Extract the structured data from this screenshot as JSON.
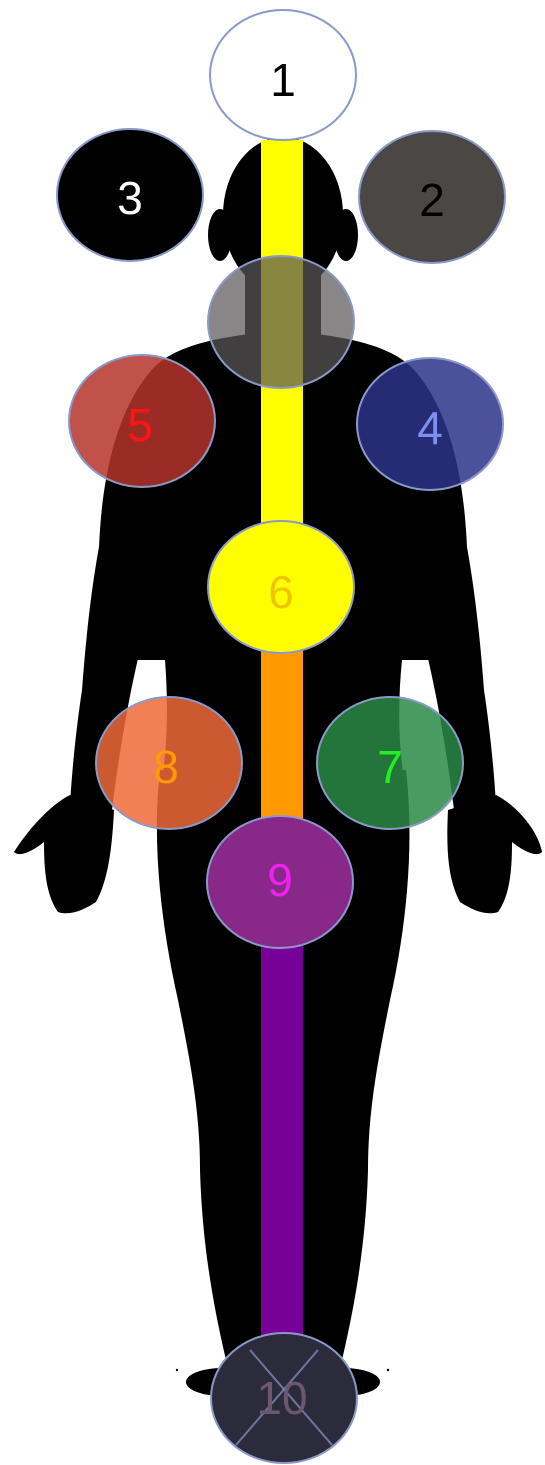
{
  "nodes": [
    {
      "id": "node-1",
      "label": "1",
      "fill": "#ffffff",
      "fill_opacity": 1,
      "text_color": "#000000"
    },
    {
      "id": "node-2",
      "label": "2",
      "fill": "#4a4745",
      "fill_opacity": 1,
      "text_color": "#000000"
    },
    {
      "id": "node-3",
      "label": "3",
      "fill": "#000000",
      "fill_opacity": 1,
      "text_color": "#ffffff"
    },
    {
      "id": "node-throat",
      "label": "",
      "fill": "#5a5758",
      "fill_opacity": 0.72,
      "text_color": "#000000"
    },
    {
      "id": "node-4",
      "label": "4",
      "fill": "#2c3388",
      "fill_opacity": 0.85,
      "text_color": "#7f8ff0"
    },
    {
      "id": "node-5",
      "label": "5",
      "fill": "#b5342c",
      "fill_opacity": 0.85,
      "text_color": "#ff1414"
    },
    {
      "id": "node-6",
      "label": "6",
      "fill": "#ffff00",
      "fill_opacity": 1,
      "text_color": "#f0c400"
    },
    {
      "id": "node-7",
      "label": "7",
      "fill": "#2a8a45",
      "fill_opacity": 0.85,
      "text_color": "#22ee22"
    },
    {
      "id": "node-8",
      "label": "8",
      "fill": "#f06a3a",
      "fill_opacity": 0.85,
      "text_color": "#ff9a00"
    },
    {
      "id": "node-9",
      "label": "9",
      "fill": "#882888",
      "fill_opacity": 1,
      "text_color": "#ee22ee"
    },
    {
      "id": "node-10",
      "label": "10",
      "fill": "#2c2b3b",
      "fill_opacity": 1,
      "text_color": "#6b5870"
    }
  ],
  "channel_colors": {
    "upper": "#ffff00",
    "middle": "#ff9900",
    "lower": "#770099"
  },
  "circle_stroke": "#8a99c8",
  "silhouette_color": "#000000"
}
